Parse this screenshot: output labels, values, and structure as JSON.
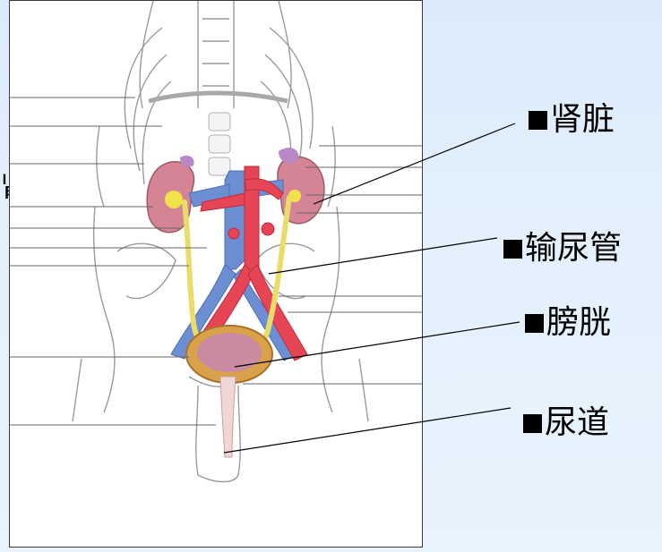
{
  "labels": [
    {
      "id": "kidney",
      "text": "肾脏"
    },
    {
      "id": "ureter",
      "text": "输尿管"
    },
    {
      "id": "bladder",
      "text": "膀胱"
    },
    {
      "id": "urethra",
      "text": "尿道"
    }
  ],
  "colors": {
    "artery": "#e64556",
    "vein": "#6c8fd4",
    "kidney": "#d48494",
    "ureter": "#f2ec9a",
    "bladder": "#d9a24a",
    "outline": "#7a7a7a"
  }
}
